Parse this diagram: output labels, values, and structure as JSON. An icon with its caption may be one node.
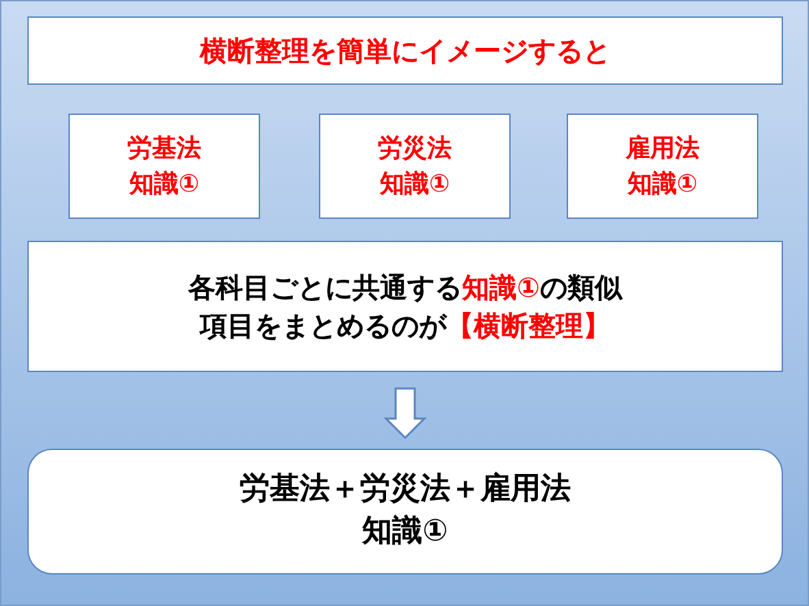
{
  "diagram": {
    "nodes": [
      {
        "text": [
          "横断整理を簡単にイメージすると"
        ]
      },
      {
        "text": [
          "労基法知識①"
        ]
      },
      {
        "text": [
          "労災法知識①"
        ]
      },
      {
        "text": [
          "雇用法知識①"
        ]
      },
      {
        "text": [
          "各科目ごとに共通する**知識①**の類似項目をまとめるのが**【横断整理】**"
        ]
      },
      {
        "text": [
          "労基法＋労災法＋雇用法知識①"
        ]
      }
    ],
    "edges": [
      {
        "from": 4,
        "to": 5,
        "arrow": "to"
      }
    ]
  }
}
